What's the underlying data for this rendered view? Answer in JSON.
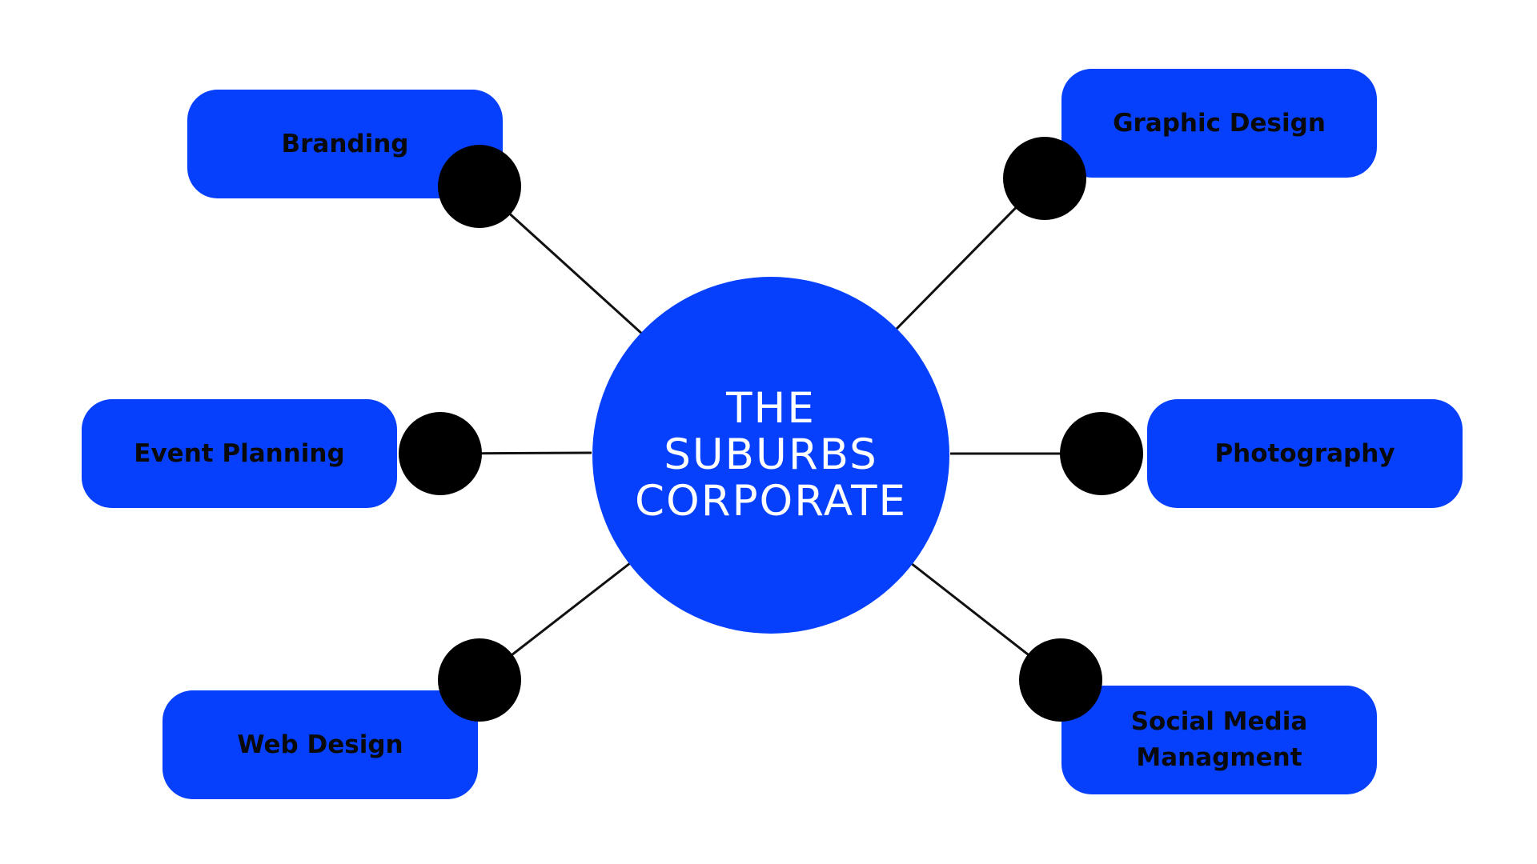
{
  "colors": {
    "accent": "#0640fc",
    "dot": "#000000",
    "line": "#111111",
    "background": "#ffffff",
    "center_text": "#ffffff",
    "label_text": "#0a0a0a"
  },
  "center": {
    "label": "THE\nSUBURBS\nCORPORATE"
  },
  "nodes": {
    "branding": {
      "label": "Branding"
    },
    "graphic_design": {
      "label": "Graphic Design"
    },
    "event_planning": {
      "label": "Event Planning"
    },
    "photography": {
      "label": "Photography"
    },
    "web_design": {
      "label": "Web Design"
    },
    "social_media": {
      "label": "Social Media\nManagment"
    }
  }
}
